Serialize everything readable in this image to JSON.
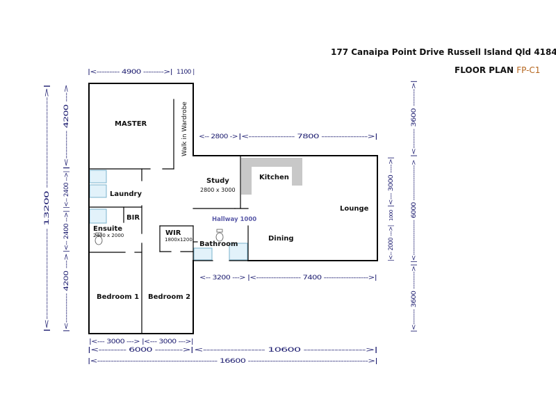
{
  "header": {
    "address": "177 Canaipa Point Drive Russell Island Qld 4184",
    "floor_plan_label": "FLOOR PLAN",
    "floor_plan_code": "FP-C1"
  },
  "rooms": {
    "master": "MASTER",
    "walk_in_wardrobe": "Walk in Wardrobe",
    "laundry": "Laundry",
    "bir": "BIR",
    "ensuite": "Ensuite",
    "ensuite_size": "2400 x 2000",
    "wir": "WIR",
    "wir_size": "1800x1200",
    "bathroom": "Bathroom",
    "study": "Study",
    "study_size": "2800 x 3000",
    "hallway": "Hallway 1000",
    "kitchen": "Kitchen",
    "lounge": "Lounge",
    "dining": "Dining",
    "bedroom1": "Bedroom 1",
    "bedroom2": "Bedroom 2"
  },
  "dimensions": {
    "top_4900": "|<--------- 4900 -------->|",
    "top_1100": "1100 |",
    "mid_2800": "<-- 2800 ->",
    "mid_7800": "|<---------------- 7800 ---------------->|",
    "bot_3200": "<-- 3200 --->",
    "bot_7400": "|<------------------ 7400 ------------------>|",
    "b_3000a": "|<--- 3000 --->",
    "b_3000b": "|<--- 3000 --->|",
    "b_6000": "|<--------- 6000 --------->|",
    "b_10600": "<------------------ 10600 ------------------>|",
    "b_16600": "|<-------------------------------------------- 16600 -------------------------------------------->|",
    "left_13200": "|<------------------------- 13200 ------------------------->|",
    "left_4200a": "|<--------- 4200 --->",
    "left_2400a": "|<-- 2400 -->|",
    "left_2400b": "|<-- 2400 -->|",
    "left_4200b": "|<----------- 4200 --->",
    "right_3600a": "|<-------- 3600 ------->|",
    "right_6000": "|<----------------- 6000 ----------------->",
    "right_3600b": "|<------- 3600 -------->|",
    "r_3000": "|<--- 3000 ---->|",
    "r_1000": "1000",
    "r_2000": "|<-- 2000 --->|"
  },
  "colors": {
    "wall": "#000000",
    "fixture_fill": "#e2f2fa",
    "fixture_stroke": "#7ab3cc",
    "kitchen_bench": "#c8c8c8",
    "dimension_text": "#1a1a6e",
    "code_text": "#b5651d"
  }
}
